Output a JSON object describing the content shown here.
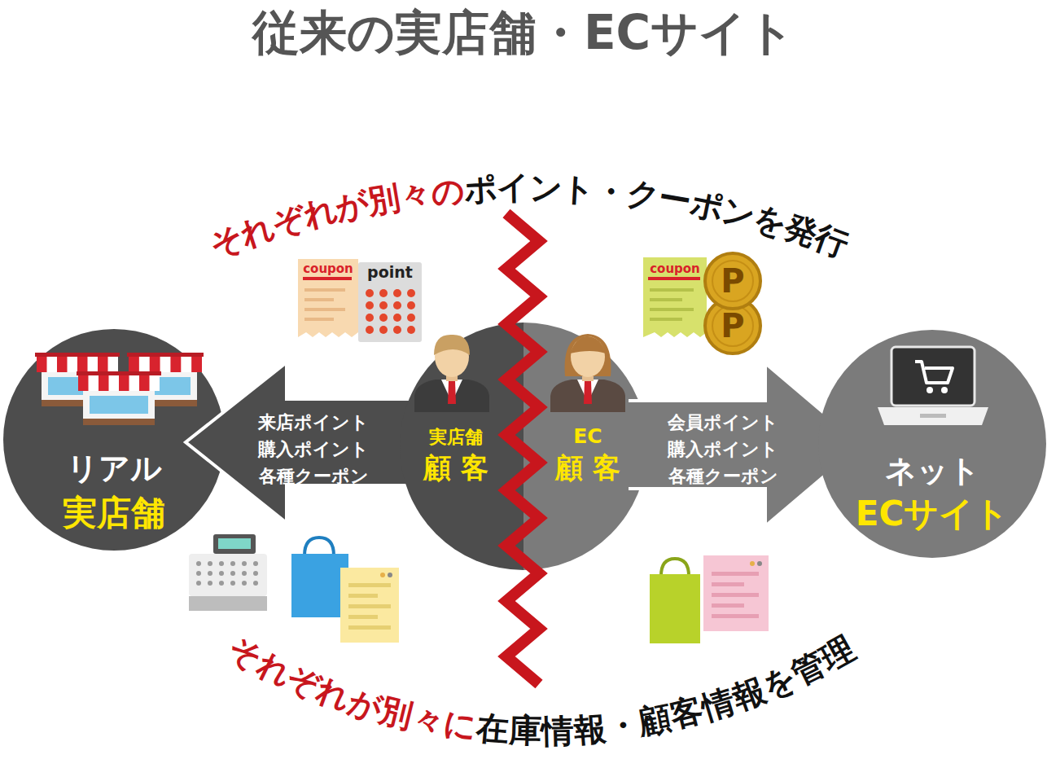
{
  "diagram": {
    "title": "従来の実店舗・ECサイト",
    "nodes": [
      {
        "text": [
          "リアル",
          "実店舗"
        ]
      },
      {
        "text": [
          "来店ポイント 購入ポイント 各種クーポン"
        ]
      },
      {
        "text": [
          "実店舗",
          "顧 客"
        ]
      },
      {
        "text": [
          "EC",
          "顧 客"
        ]
      },
      {
        "text": [
          "会員ポイント 購入ポイント 各種クーポン"
        ]
      },
      {
        "text": [
          "ネット",
          "ECサイト"
        ]
      }
    ],
    "labels": [
      "それぞれが別々の",
      "ポイント・クーポンを発行",
      "それぞれが別々に",
      "在庫情報・顧客情報を管理",
      "coupon",
      "point",
      "coupon",
      "P",
      "P"
    ]
  }
}
